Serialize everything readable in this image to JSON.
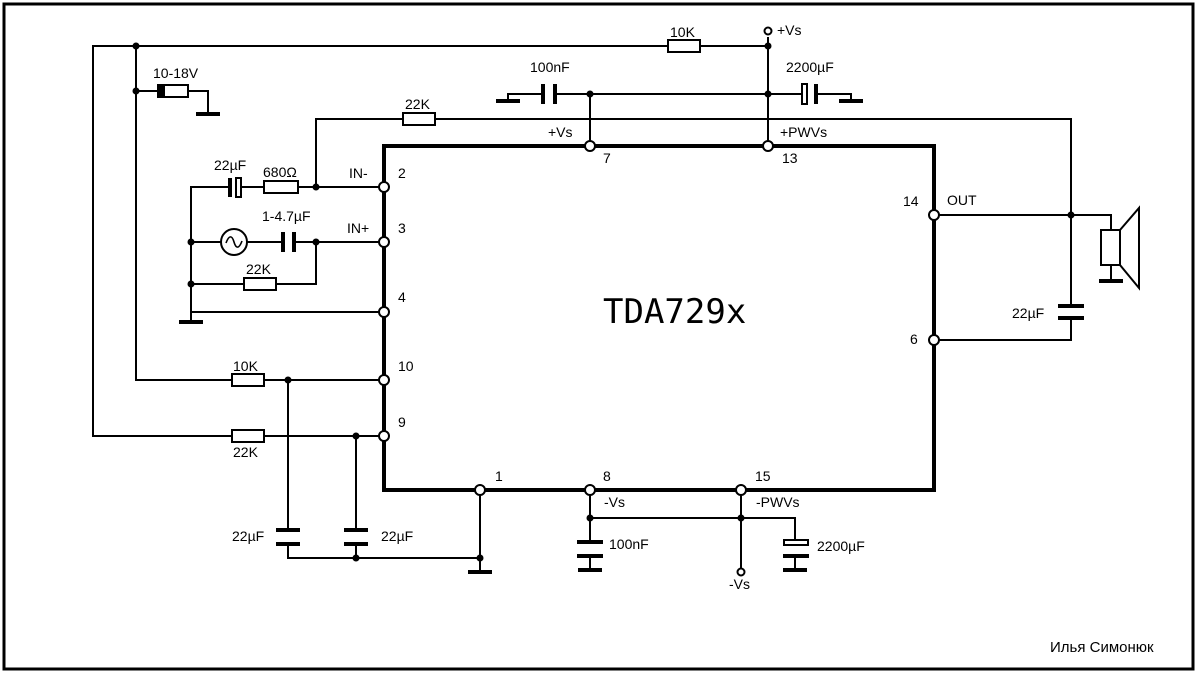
{
  "chip": {
    "name": "TDA729x"
  },
  "labels": {
    "supply_plus": "+Vs",
    "supply_minus": "-Vs",
    "volt_range": "10-18V",
    "pin7_name": "+Vs",
    "pin13_name": "+PWVs",
    "pin8_name": "-Vs",
    "pin15_name": "-PWVs",
    "in_minus": "IN-",
    "in_plus": "IN+",
    "out": "OUT"
  },
  "pins": {
    "p2": "2",
    "p3": "3",
    "p4": "4",
    "p10": "10",
    "p9": "9",
    "p7": "7",
    "p13": "13",
    "p14": "14",
    "p6": "6",
    "p1": "1",
    "p8": "8",
    "p15": "15"
  },
  "components": {
    "r_top_10k": "10K",
    "c_top_100nF": "100nF",
    "c_top_2200uF": "2200µF",
    "r_fb_22k": "22K",
    "c_in_22uF": "22µF",
    "r_in_680": "680Ω",
    "c_inplus": "1-4.7µF",
    "r_bias_22k": "22K",
    "r_pin10_10k": "10K",
    "r_pin9_22k": "22K",
    "c_bs_22uF": "22µF",
    "c_left_22uF": "22µF",
    "c_right_22uF": "22µF",
    "c_bot_100nF": "100nF",
    "c_bot_2200uF": "2200µF"
  },
  "author": "Илья Симонюк"
}
